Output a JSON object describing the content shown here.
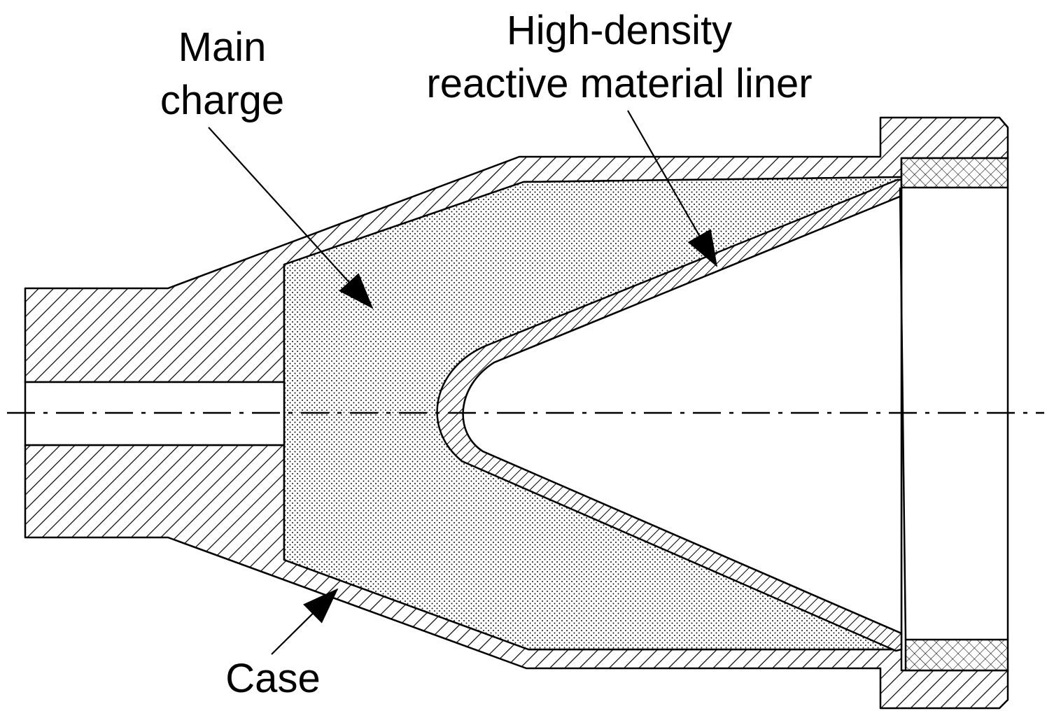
{
  "labels": {
    "main_charge": [
      "Main",
      "charge"
    ],
    "liner": [
      "High-density",
      "reactive material liner"
    ],
    "case": "Case"
  },
  "colors": {
    "stroke": "#000000",
    "background": "#ffffff"
  }
}
